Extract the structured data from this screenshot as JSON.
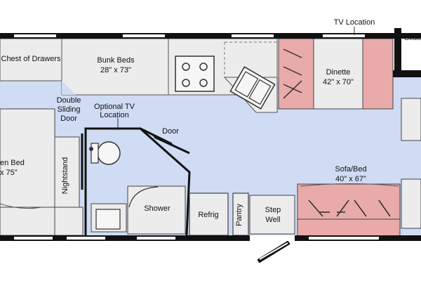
{
  "plan": {
    "rooms": {
      "chest_of_drawers": "Chest of Drawers",
      "bunk_beds": "Bunk Beds",
      "bunk_beds_size": "28\" x 73\"",
      "tv_location": "TV Location",
      "slide_partial": "Slided",
      "dinette": "Dinette",
      "dinette_size": "42\" x 70\"",
      "double_sliding_door_line1": "Double",
      "double_sliding_door_line2": "Sliding",
      "double_sliding_door_line3": "Door",
      "optional_tv_line1": "Optional TV",
      "optional_tv_line2": "Location",
      "door": "Door",
      "queen_bed_partial": "en Bed",
      "queen_bed_size_partial": "x 75\"",
      "nightstand": "Nightstand",
      "shower": "Shower",
      "refrig": "Refrig",
      "pantry": "Pantry",
      "step_well_line1": "Step",
      "step_well_line2": "Well",
      "sofa_bed": "Sofa/Bed",
      "sofa_bed_size": "40\" x 67\""
    },
    "colors": {
      "floor": "#cfdcf3",
      "furniture": "#ececec",
      "wall": "#111111",
      "sofa_dinette": "#e9aaaa",
      "outline": "#444444"
    }
  }
}
